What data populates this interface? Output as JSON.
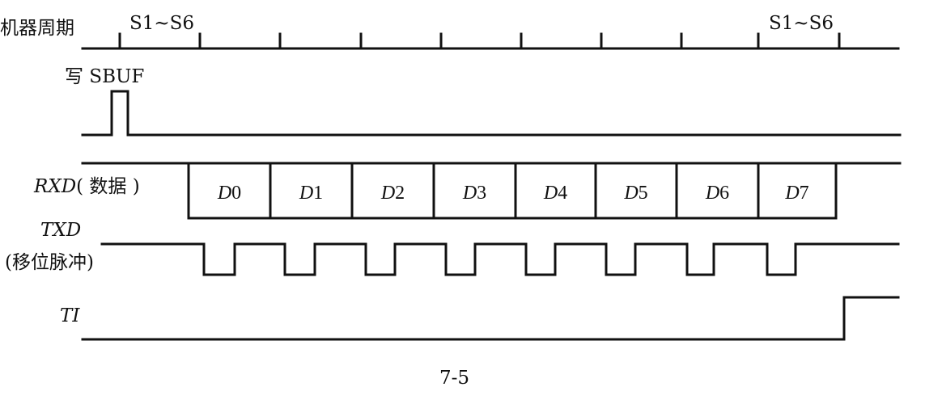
{
  "labels": {
    "machine_cycle": "机器周期",
    "write_sbuf": "写 SBUF",
    "rxd": "RXD",
    "rxd_data": "( 数据 )",
    "txd": "TXD",
    "txd_shift": "(移位脉冲)",
    "ti": "TI",
    "caption": "7-5"
  },
  "cycle_labels": [
    "S1~S6",
    "S1~S6"
  ],
  "data_bits": [
    {
      "letter": "D",
      "num": "0"
    },
    {
      "letter": "D",
      "num": "1"
    },
    {
      "letter": "D",
      "num": "2"
    },
    {
      "letter": "D",
      "num": "3"
    },
    {
      "letter": "D",
      "num": "4"
    },
    {
      "letter": "D",
      "num": "5"
    },
    {
      "letter": "D",
      "num": "6"
    },
    {
      "letter": "D",
      "num": "7"
    }
  ],
  "colors": {
    "stroke": "#111111",
    "background": "#ffffff"
  }
}
